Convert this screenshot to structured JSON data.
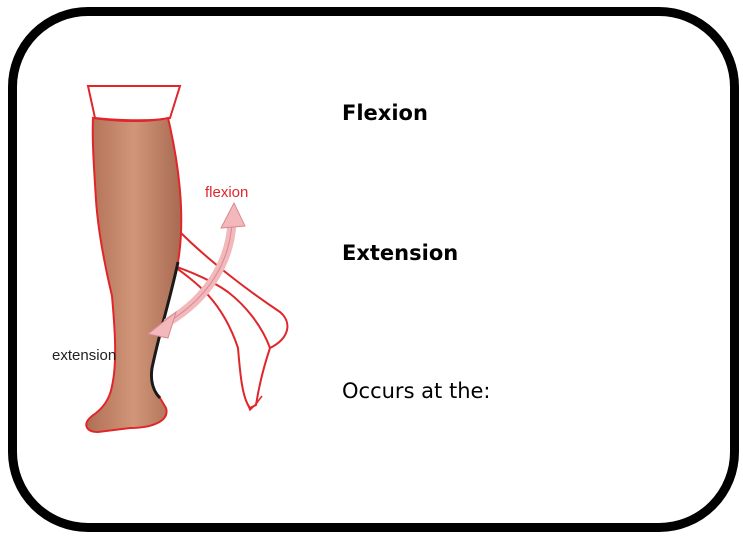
{
  "terms": {
    "flexion": "Flexion",
    "extension": "Extension",
    "occurs_at": "Occurs at the:"
  },
  "illustration": {
    "flexion_label": "flexion",
    "extension_label": "extension",
    "skin_color": "#c98b70",
    "outline_color": "#e0262a",
    "label_flexion_color": "#e0262a",
    "label_extension_color": "#222222",
    "arrow_color": "#f2b8bb"
  }
}
